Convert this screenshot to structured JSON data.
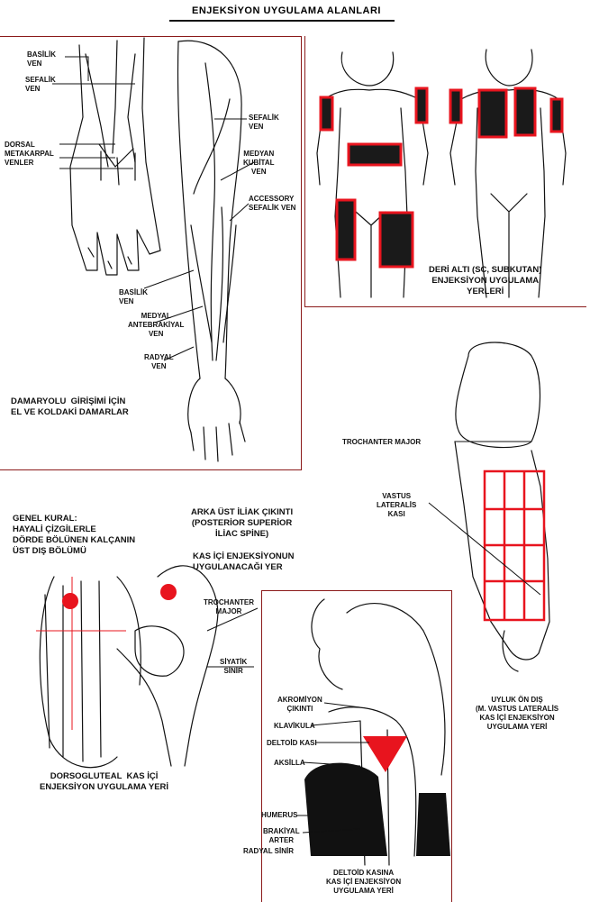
{
  "page": {
    "title": "ENJEKSİYON UYGULAMA ALANLARI"
  },
  "colors": {
    "frame": "#8b1a1a",
    "marker_red": "#e8141e",
    "fill_dark": "#1a1a1a"
  },
  "hand_panel": {
    "basilik_ven": "BASİLİK\nVEN",
    "sefalik_ven": "SEFALİK\nVEN",
    "dorsal_metakarpal": "DORSAL\nMETAKARPAL\nVENLER",
    "arm_sefalik": "SEFALİK\nVEN",
    "medyan_kubital": "MEDYAN\nKUBİTAL\nVEN",
    "accessory_sefalik": "ACCESSORY\nSEFALİK VEN",
    "arm_basilik": "BASİLİK\nVEN",
    "medyal_antebrakiyal": "MEDYAL\nANTEBRAKİYAL\nVEN",
    "radyal_ven": "RADYAL\nVEN",
    "caption": "DAMARYOLU  GİRİŞİMİ İÇİN\nEL VE KOLDAKİ DAMARLAR"
  },
  "subcutaneous_panel": {
    "caption": "DERİ ALTI (SC, SUBKUTAN)\nENJEKSİYON UYGULAMA\nYERLERİ"
  },
  "thigh_panel": {
    "trochanter": "TROCHANTER MAJOR",
    "vastus": "VASTUS\nLATERALİS\nKASI",
    "caption": "UYLUK ÖN DIŞ\n(M. VASTUS LATERALİS\nKAS İÇİ ENJEKSİYON\nUYGULAMA YERİ"
  },
  "gluteal_panel": {
    "rule": "GENEL KURAL:\nHAYALİ ÇİZGİLERLE\nDÖRDE BÖLÜNEN KALÇANIN\nÜST DIŞ BÖLÜMÜ",
    "arka_ust": "ARKA ÜST İLİAK ÇIKINTI\n(POSTERİOR SUPERİOR\nİLİAC SPİNE)",
    "kas_ici": "KAS İÇİ ENJEKSİYONUN\nUYGULANACAĞI YER",
    "trochanter": "TROCHANTER\nMAJOR",
    "siyatik": "SİYATİK\nSİNİR",
    "caption": "DORSOGLUTEAL  KAS İÇİ\nENJEKSİYON UYGULAMA YERİ"
  },
  "deltoid_panel": {
    "akromiyon": "AKROMİYON\nÇIKINTI",
    "klavikula": "KLAVİKULA",
    "deltoid": "DELTOİD KASI",
    "aksilla": "AKSİLLA",
    "humerus": "HUMERUS",
    "brakiyal": "BRAKİYAL\nARTER",
    "radyal_sinir": "RADYAL SİNİR",
    "caption": "DELTOİD KASINA\nKAS İÇİ ENJEKSİYON\nUYGULAMA YERİ"
  }
}
